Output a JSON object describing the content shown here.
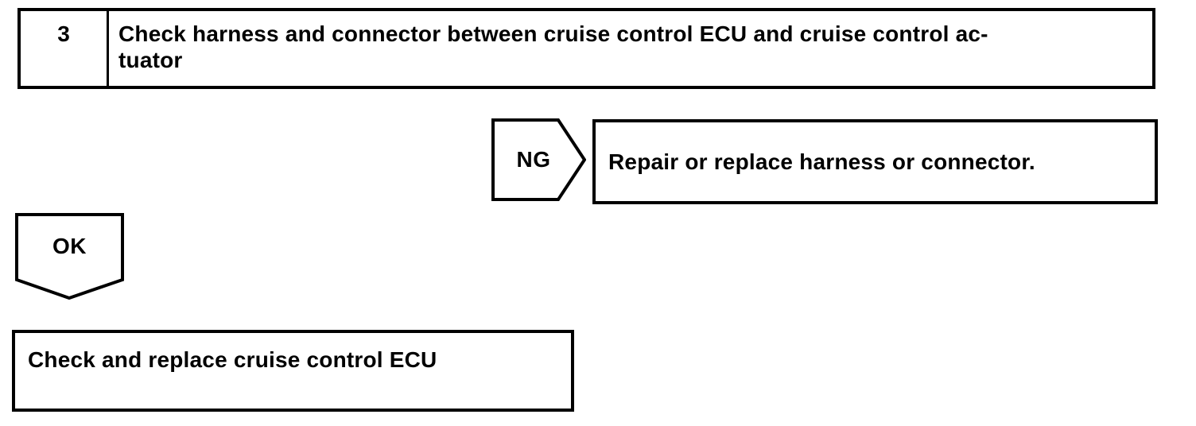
{
  "page": {
    "background": "#ffffff",
    "line_color": "#000000"
  },
  "flowchart": {
    "step_box": {
      "number": "3",
      "lines": [
        "Check harness and connector between cruise control ECU and cruise control ac-",
        "tuator"
      ]
    },
    "ng_branch": {
      "connector_label": "NG",
      "action": "Repair or replace harness or connector."
    },
    "ok_branch": {
      "connector_label": "OK",
      "action": "Check and replace cruise control ECU"
    }
  }
}
